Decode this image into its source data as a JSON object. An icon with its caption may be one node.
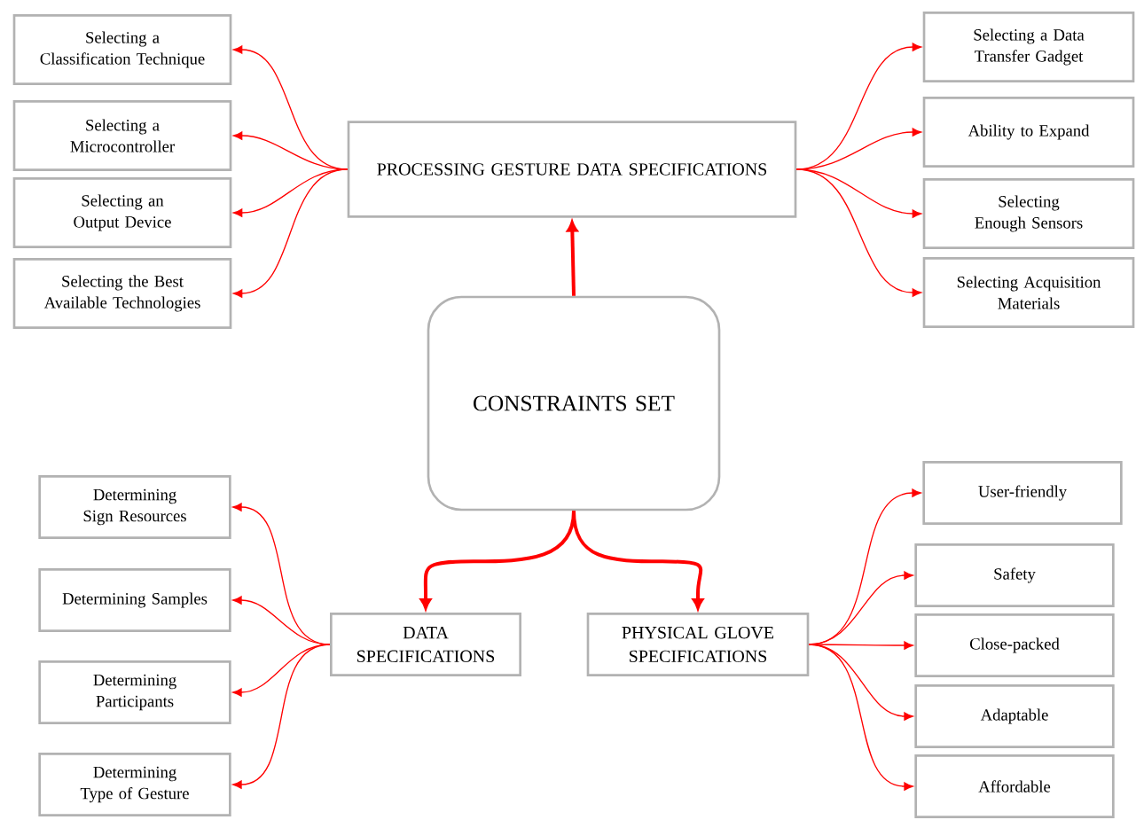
{
  "diagram": {
    "nodes": [
      {
        "text": [
          "Selecting a Classification Technique"
        ]
      },
      {
        "text": [
          "Selecting a Microcontroller"
        ]
      },
      {
        "text": [
          "Selecting an Output Device"
        ]
      },
      {
        "text": [
          "Selecting the Best Available Technologies"
        ]
      },
      {
        "text": [
          "PROCESSING GESTURE DATA SPECIFICATIONS"
        ]
      },
      {
        "text": [
          "Selecting a Data Transfer Gadget"
        ]
      },
      {
        "text": [
          "Ability to Expand"
        ]
      },
      {
        "text": [
          "Selecting Enough Sensors"
        ]
      },
      {
        "text": [
          "Selecting Acquisition Materials"
        ]
      },
      {
        "text": [
          "CONSTRAINTS SET"
        ]
      },
      {
        "text": [
          "Determining Sign Resources"
        ]
      },
      {
        "text": [
          "Determining Samples"
        ]
      },
      {
        "text": [
          "Determining Participants"
        ]
      },
      {
        "text": [
          "Determining Type of Gesture"
        ]
      },
      {
        "text": [
          "DATA SPECIFICATIONS"
        ]
      },
      {
        "text": [
          "PHYSICAL GLOVE SPECIFICATIONS"
        ]
      },
      {
        "text": [
          "User-friendly"
        ]
      },
      {
        "text": [
          "Safety"
        ]
      },
      {
        "text": [
          "Close-packed"
        ]
      },
      {
        "text": [
          "Adaptable"
        ]
      },
      {
        "text": [
          "Affordable"
        ]
      }
    ],
    "edges": [
      {
        "from": 9,
        "to": 4,
        "arrow": "to",
        "style": "thick"
      },
      {
        "from": 4,
        "to": 0,
        "arrow": "to"
      },
      {
        "from": 4,
        "to": 1,
        "arrow": "to"
      },
      {
        "from": 4,
        "to": 2,
        "arrow": "to"
      },
      {
        "from": 4,
        "to": 3,
        "arrow": "to"
      },
      {
        "from": 4,
        "to": 5,
        "arrow": "to"
      },
      {
        "from": 4,
        "to": 6,
        "arrow": "to"
      },
      {
        "from": 4,
        "to": 7,
        "arrow": "to"
      },
      {
        "from": 4,
        "to": 8,
        "arrow": "to"
      },
      {
        "from": 9,
        "to": 14,
        "arrow": "to",
        "style": "thick"
      },
      {
        "from": 9,
        "to": 15,
        "arrow": "to",
        "style": "thick"
      },
      {
        "from": 14,
        "to": 10,
        "arrow": "to"
      },
      {
        "from": 14,
        "to": 11,
        "arrow": "to"
      },
      {
        "from": 14,
        "to": 12,
        "arrow": "to"
      },
      {
        "from": 14,
        "to": 13,
        "arrow": "to"
      },
      {
        "from": 15,
        "to": 16,
        "arrow": "to"
      },
      {
        "from": 15,
        "to": 17,
        "arrow": "to"
      },
      {
        "from": 15,
        "to": 18,
        "arrow": "to"
      },
      {
        "from": 15,
        "to": 19,
        "arrow": "to"
      },
      {
        "from": 15,
        "to": 20,
        "arrow": "to"
      }
    ]
  }
}
